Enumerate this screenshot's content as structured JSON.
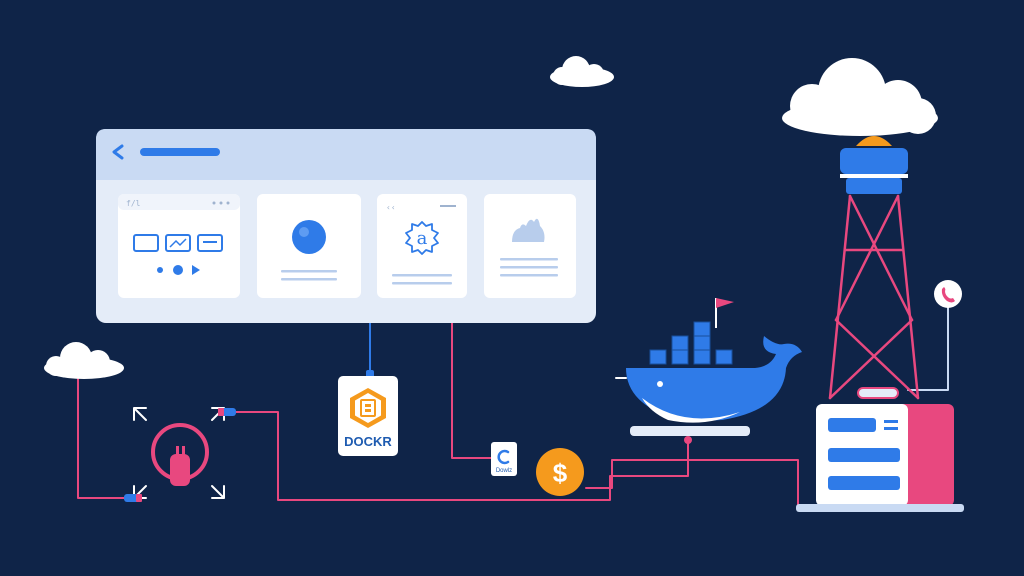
{
  "scene": {
    "tag_label": "DOCKR",
    "small_card_label": "Dowlz",
    "coin_symbol": "$",
    "card_letter": "a",
    "card_header_chars": "f/l",
    "card_back_chars": "‹‹"
  },
  "colors": {
    "background": "#0f2448",
    "panel": "#e4ecf8",
    "panel_header": "#c9daf3",
    "accent_blue": "#2f7be8",
    "accent_pink": "#e8487f",
    "accent_orange": "#f59a1d",
    "cloud": "#ffffff"
  }
}
